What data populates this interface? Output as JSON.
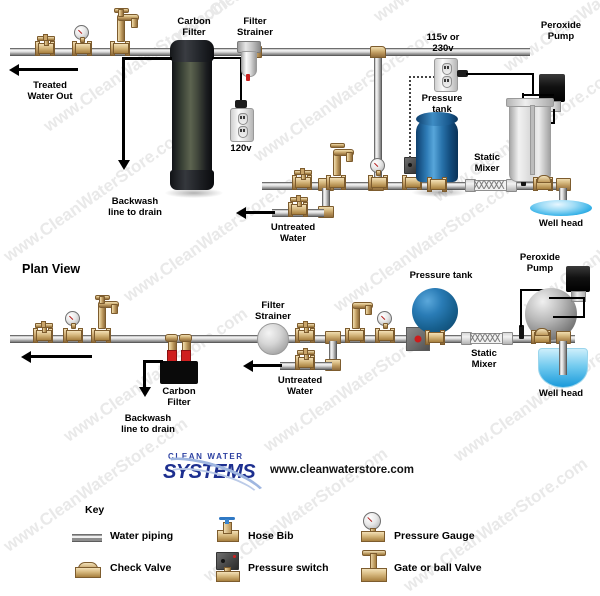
{
  "page": {
    "watermark": "www.CleanWaterStore.com",
    "plan_view_title": "Plan View",
    "website": "www.cleanwaterstore.com"
  },
  "logo": {
    "line1": "CLEAN WATER",
    "line2": "SYSTEMS",
    "brand_blue": "#1d2f8f",
    "swoosh_blue": "#9fb6e0"
  },
  "elevation": {
    "labels": {
      "treated_water_out": "Treated\nWater Out",
      "carbon_filter": "Carbon\nFilter",
      "filter_strainer": "Filter\nStrainer",
      "voltage_120": "120v",
      "backwash": "Backwash\nline to drain",
      "untreated_water": "Untreated\nWater",
      "voltage_115_230": "115v or\n230v",
      "pressure_tank": "Pressure\ntank",
      "static_mixer": "Static\nMixer",
      "peroxide_pump": "Peroxide\nPump",
      "well_head": "Well head"
    }
  },
  "plan": {
    "labels": {
      "filter_strainer": "Filter\nStrainer",
      "carbon_filter": "Carbon\nFilter",
      "backwash": "Backwash\nline to drain",
      "untreated_water": "Untreated\nWater",
      "pressure_tank": "Pressure tank",
      "static_mixer": "Static\nMixer",
      "peroxide_pump": "Peroxide\nPump",
      "well_head": "Well head"
    }
  },
  "key": {
    "title": "Key",
    "items": [
      {
        "icon": "water-piping-icon",
        "label": "Water piping"
      },
      {
        "icon": "hose-bib-icon",
        "label": "Hose Bib"
      },
      {
        "icon": "pressure-gauge-icon",
        "label": "Pressure Gauge"
      },
      {
        "icon": "check-valve-icon",
        "label": "Check Valve"
      },
      {
        "icon": "pressure-switch-icon",
        "label": "Pressure switch"
      },
      {
        "icon": "gate-ball-valve-icon",
        "label": "Gate or ball Valve"
      }
    ]
  },
  "colors": {
    "pipe": "#c9c9c9",
    "brass": "#c8a263",
    "tank_blue": "#1f6fa6",
    "carbon_black": "#14161a",
    "well_blue": "#39b3e8",
    "accent_red": "#c8201f"
  }
}
